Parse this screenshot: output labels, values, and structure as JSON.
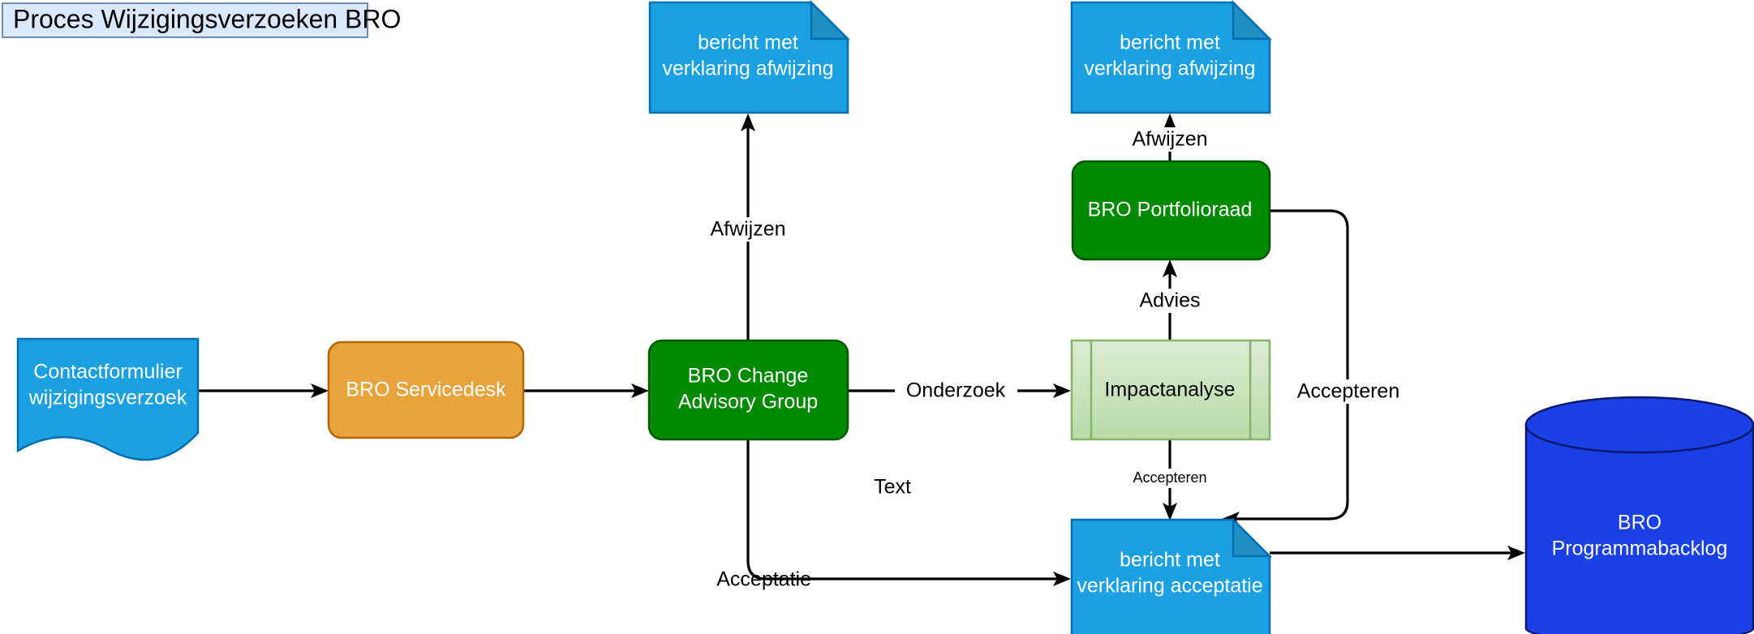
{
  "diagram": {
    "title": "Proces Wijzigingsverzoeken BRO",
    "title_box": {
      "fill": "#dae8fc",
      "stroke": "#6c8ebf"
    },
    "background": "#ffffff",
    "palette": {
      "blue_note_fill": "#1ba1e2",
      "blue_note_fold": "#1f8fc4",
      "blue_note_stroke": "#006eaf",
      "orange_fill": "#e8a33d",
      "orange_stroke": "#b46504",
      "green_fill": "#008a00",
      "green_stroke": "#005700",
      "light_green_fill": "#cde6c3",
      "light_green_stroke": "#82b366",
      "cylinder_fill": "#1a41e8",
      "cylinder_stroke": "#0d1a6b",
      "edge_stroke": "#000000",
      "text_light": "#ffffff",
      "text_dark": "#000000"
    },
    "nodes": [
      {
        "id": "contactformulier",
        "name": "contactformulier-document",
        "shape": "document",
        "label_lines": [
          "Contactformulier",
          "wijzigingsverzoek"
        ],
        "text_color": "light"
      },
      {
        "id": "servicedesk",
        "name": "bro-servicedesk-box",
        "shape": "rounded-rect",
        "label_lines": [
          "BRO Servicedesk"
        ],
        "text_color": "light"
      },
      {
        "id": "change-advisory-group",
        "name": "bro-change-advisory-group-box",
        "shape": "rounded-rect",
        "label_lines": [
          "BRO Change",
          "Advisory Group"
        ],
        "text_color": "light"
      },
      {
        "id": "afwijzing-note-left",
        "name": "bericht-verklaring-afwijzing-note-left",
        "shape": "note",
        "label_lines": [
          "bericht met",
          "verklaring afwijzing"
        ],
        "text_color": "light"
      },
      {
        "id": "afwijzing-note-right",
        "name": "bericht-verklaring-afwijzing-note-right",
        "shape": "note",
        "label_lines": [
          "bericht met",
          "verklaring afwijzing"
        ],
        "text_color": "light"
      },
      {
        "id": "portfolioraad",
        "name": "bro-portfolioraad-box",
        "shape": "rounded-rect",
        "label_lines": [
          "BRO Portfolioraad"
        ],
        "text_color": "light"
      },
      {
        "id": "impactanalyse",
        "name": "impactanalyse-process",
        "shape": "predefined-process",
        "label_lines": [
          "Impactanalyse"
        ],
        "text_color": "dark"
      },
      {
        "id": "acceptatie-note",
        "name": "bericht-verklaring-acceptatie-note",
        "shape": "note",
        "label_lines": [
          "bericht met",
          "verklaring acceptatie"
        ],
        "text_color": "light"
      },
      {
        "id": "programmabacklog",
        "name": "bro-programmabacklog-cylinder",
        "shape": "cylinder",
        "label_lines": [
          "BRO",
          "Programmabacklog"
        ],
        "text_color": "light"
      }
    ],
    "edge_labels": [
      {
        "id": "afwijzen-left",
        "name": "edge-label-afwijzen-left",
        "text": "Afwijzen",
        "size": "normal"
      },
      {
        "id": "afwijzen-right",
        "name": "edge-label-afwijzen-right",
        "text": "Afwijzen",
        "size": "normal"
      },
      {
        "id": "onderzoek",
        "name": "edge-label-onderzoek",
        "text": "Onderzoek",
        "size": "normal"
      },
      {
        "id": "advies",
        "name": "edge-label-advies",
        "text": "Advies",
        "size": "normal"
      },
      {
        "id": "accepteren-right",
        "name": "edge-label-accepteren-right",
        "text": "Accepteren",
        "size": "normal"
      },
      {
        "id": "accepteren-down",
        "name": "edge-label-accepteren-down",
        "text": "Accepteren",
        "size": "small"
      },
      {
        "id": "acceptatie",
        "name": "edge-label-acceptatie",
        "text": "Acceptatie",
        "size": "normal"
      },
      {
        "id": "free-text",
        "name": "edge-label-text",
        "text": "Text",
        "size": "normal"
      }
    ]
  }
}
